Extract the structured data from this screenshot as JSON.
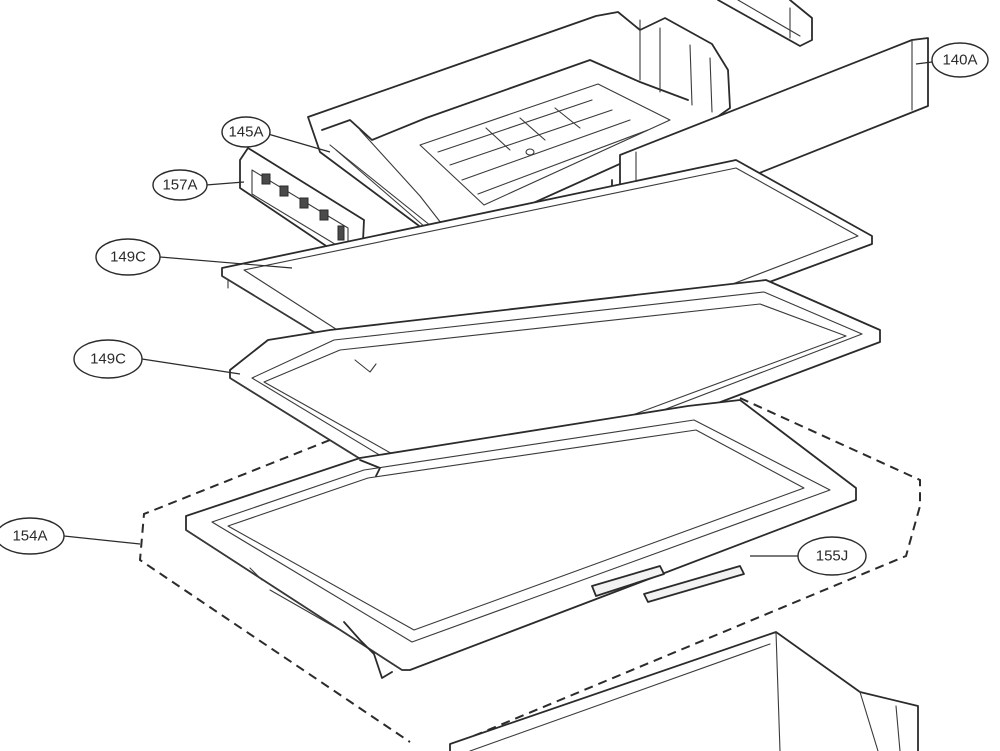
{
  "callouts": [
    {
      "id": "140A",
      "label": "140A"
    },
    {
      "id": "145A",
      "label": "145A"
    },
    {
      "id": "157A",
      "label": "157A"
    },
    {
      "id": "149C-top",
      "label": "149C"
    },
    {
      "id": "149C-bottom",
      "label": "149C"
    },
    {
      "id": "154A",
      "label": "154A"
    },
    {
      "id": "155J",
      "label": "155J"
    }
  ],
  "colors": {
    "line": "#2b2b2b",
    "background": "#ffffff"
  }
}
